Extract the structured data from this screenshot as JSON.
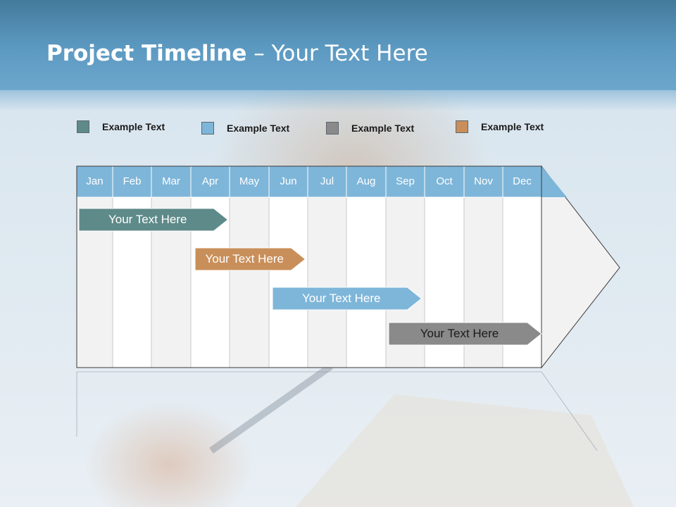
{
  "title": {
    "bold": "Project Timeline",
    "rest": " – Your Text Here"
  },
  "legend": [
    {
      "label": "Example Text",
      "color": "#5e8a89"
    },
    {
      "label": "Example Text",
      "color": "#7eb6d9"
    },
    {
      "label": "Example Text",
      "color": "#8a8a8a"
    },
    {
      "label": "Example Text",
      "color": "#c98f5a"
    }
  ],
  "months": [
    "Jan",
    "Feb",
    "Mar",
    "Apr",
    "May",
    "Jun",
    "Jul",
    "Aug",
    "Sep",
    "Oct",
    "Nov",
    "Dec"
  ],
  "tasks": [
    {
      "label": "Your  Text Here",
      "start": 0,
      "end": 3.9,
      "color": "#5e8a89",
      "text_color": "#ffffff"
    },
    {
      "label": "Your  Text Here",
      "start": 3,
      "end": 5.9,
      "color": "#c98f5a",
      "text_color": "#ffffff"
    },
    {
      "label": "Your  Text Here",
      "start": 5,
      "end": 8.9,
      "color": "#7eb6d9",
      "text_color": "#ffffff"
    },
    {
      "label": "Your  Text Here",
      "start": 8,
      "end": 12,
      "color": "#8a8a8a",
      "text_color": "#1a1a1a"
    }
  ],
  "colors": {
    "header_band": "#5d9ac2",
    "month_band": "#7eb6d9",
    "col_even": "#f2f2f2",
    "col_odd": "#ffffff"
  }
}
